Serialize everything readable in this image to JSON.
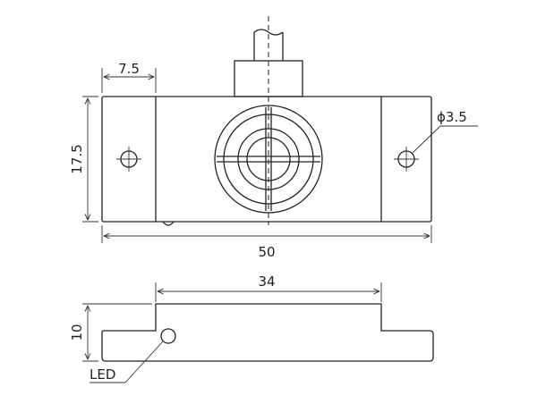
{
  "diagram": {
    "top_view": {
      "dim_width": "50",
      "dim_height": "17.5",
      "dim_mount_offset": "7.5",
      "dim_hole": "ϕ3.5"
    },
    "side_view": {
      "dim_top_width": "34",
      "dim_height": "10",
      "led_label": "LED"
    }
  }
}
